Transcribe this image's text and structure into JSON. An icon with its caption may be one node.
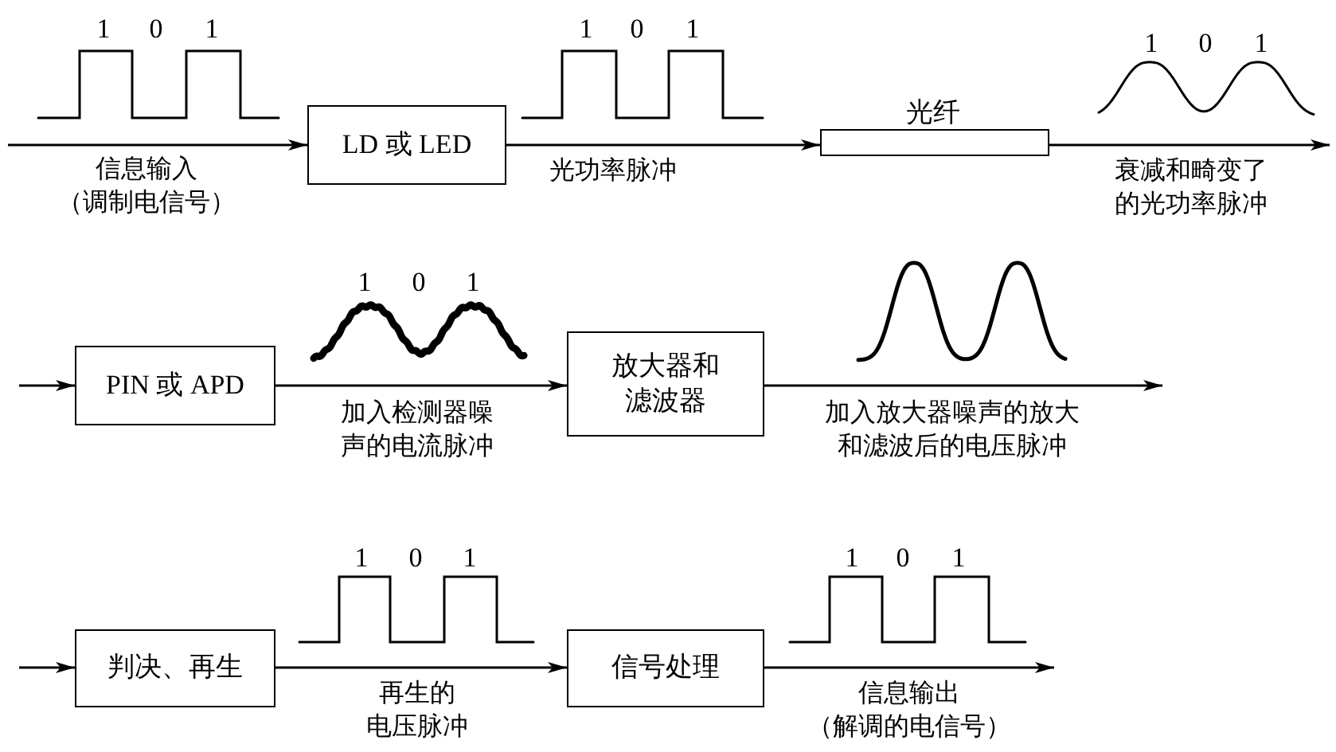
{
  "diagram": {
    "nodes": [
      {
        "text": [
          "LD 或 LED"
        ]
      },
      {
        "text": [
          "光纤"
        ]
      },
      {
        "text": [
          "PIN 或 APD"
        ]
      },
      {
        "text": [
          "放大器和滤波器"
        ]
      },
      {
        "text": [
          "判决、再生"
        ]
      },
      {
        "text": [
          "信号处理"
        ]
      }
    ],
    "edges": [
      {
        "from": null,
        "to": 0,
        "arrow": "to",
        "label": "信息输入（调制电信号）"
      },
      {
        "from": 0,
        "to": 1,
        "arrow": "to",
        "label": "光功率脉冲"
      },
      {
        "from": 1,
        "to": null,
        "arrow": "to",
        "label": "衰减和畸变了的光功率脉冲"
      },
      {
        "from": null,
        "to": 2,
        "arrow": "to"
      },
      {
        "from": 2,
        "to": 3,
        "arrow": "to",
        "label": "加入检测器噪声的电流脉冲"
      },
      {
        "from": 3,
        "to": null,
        "arrow": "to",
        "label": "加入放大器噪声的放大和滤波后的电压脉冲"
      },
      {
        "from": null,
        "to": 4,
        "arrow": "to"
      },
      {
        "from": 4,
        "to": 5,
        "arrow": "to",
        "label": "再生的电压脉冲"
      },
      {
        "from": 5,
        "to": null,
        "arrow": "to",
        "label": "信息输出（解调的电信号）"
      }
    ],
    "labels": [
      "1",
      "0",
      "1",
      "1",
      "0",
      "1",
      "1",
      "0",
      "1",
      "1",
      "0",
      "1",
      "1",
      "0",
      "1",
      "1",
      "0",
      "1"
    ]
  }
}
